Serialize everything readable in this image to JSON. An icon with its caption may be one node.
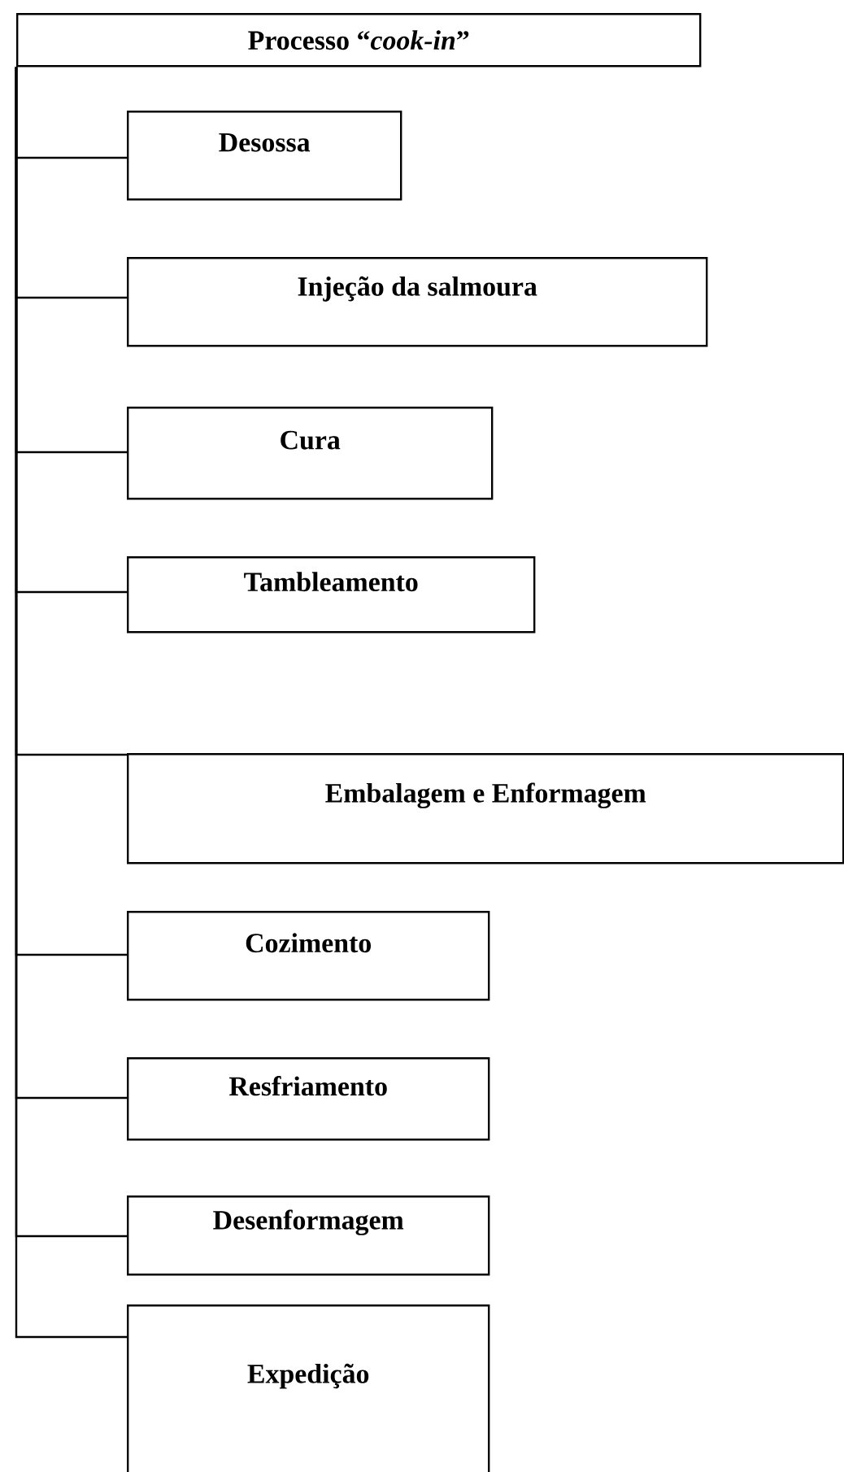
{
  "diagram": {
    "nodes": [
      {
        "text": [
          "Processo “*cook-in*”"
        ]
      },
      {
        "text": [
          "Desossa"
        ]
      },
      {
        "text": [
          "Injeção da salmoura"
        ]
      },
      {
        "text": [
          "Cura"
        ]
      },
      {
        "text": [
          "Tambleamento"
        ]
      },
      {
        "text": [
          "Embalagem e Enformagem"
        ]
      },
      {
        "text": [
          "Cozimento"
        ]
      },
      {
        "text": [
          "Resfriamento"
        ]
      },
      {
        "text": [
          "Desenformagem"
        ]
      },
      {
        "text": [
          "Expedição"
        ]
      }
    ],
    "edges": [
      {
        "from": 0,
        "to": 1,
        "arrow": "none"
      },
      {
        "from": 0,
        "to": 2,
        "arrow": "none"
      },
      {
        "from": 0,
        "to": 3,
        "arrow": "none"
      },
      {
        "from": 0,
        "to": 4,
        "arrow": "none"
      },
      {
        "from": 0,
        "to": 5,
        "arrow": "none"
      },
      {
        "from": 0,
        "to": 6,
        "arrow": "none"
      },
      {
        "from": 0,
        "to": 7,
        "arrow": "none"
      },
      {
        "from": 0,
        "to": 8,
        "arrow": "none"
      },
      {
        "from": 0,
        "to": 9,
        "arrow": "none"
      }
    ]
  }
}
